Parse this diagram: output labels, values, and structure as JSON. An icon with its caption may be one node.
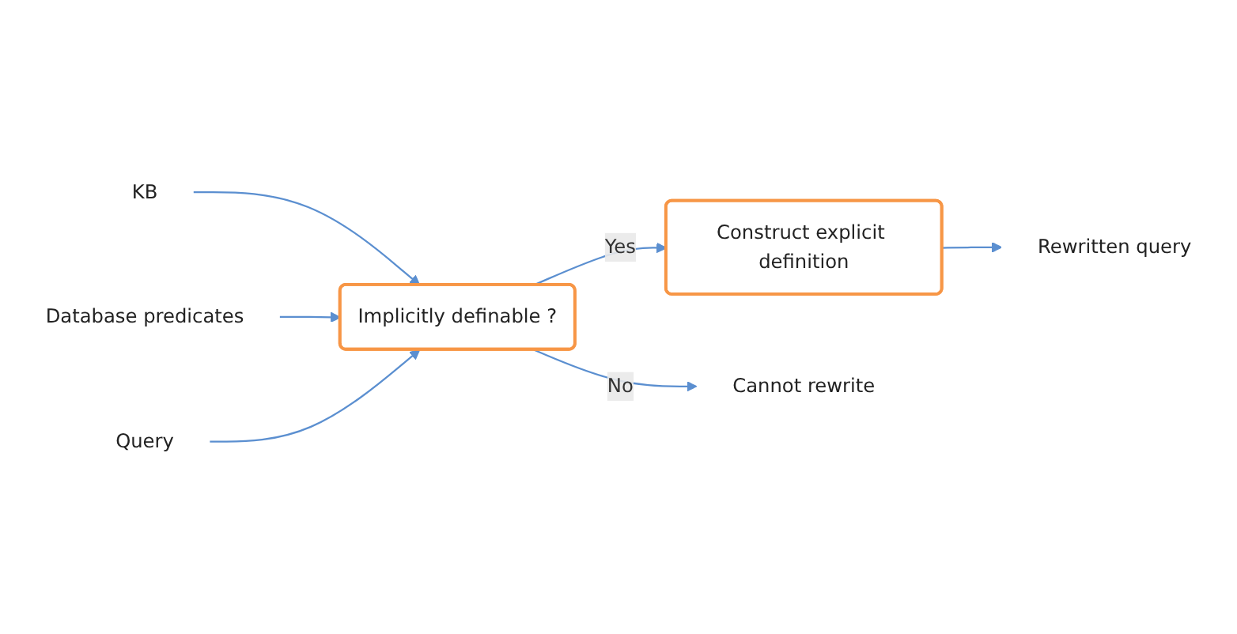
{
  "diagram": {
    "nodes": [
      {
        "text": [
          "KB"
        ]
      },
      {
        "text": [
          "Database predicates"
        ]
      },
      {
        "text": [
          "Query"
        ]
      },
      {
        "text": [
          "Implicitly definable ?"
        ]
      },
      {
        "text": [
          "Construct explicit definition"
        ]
      },
      {
        "text": [
          "Cannot rewrite"
        ]
      },
      {
        "text": [
          "Rewritten query"
        ]
      }
    ],
    "edges": [
      {
        "from": 0,
        "to": 3,
        "arrow": "to"
      },
      {
        "from": 1,
        "to": 3,
        "arrow": "to"
      },
      {
        "from": 2,
        "to": 3,
        "arrow": "to"
      },
      {
        "from": 3,
        "to": 4,
        "arrow": "to",
        "label": "Yes"
      },
      {
        "from": 3,
        "to": 5,
        "arrow": "to",
        "label": "No"
      },
      {
        "from": 4,
        "to": 6,
        "arrow": "to"
      }
    ]
  }
}
